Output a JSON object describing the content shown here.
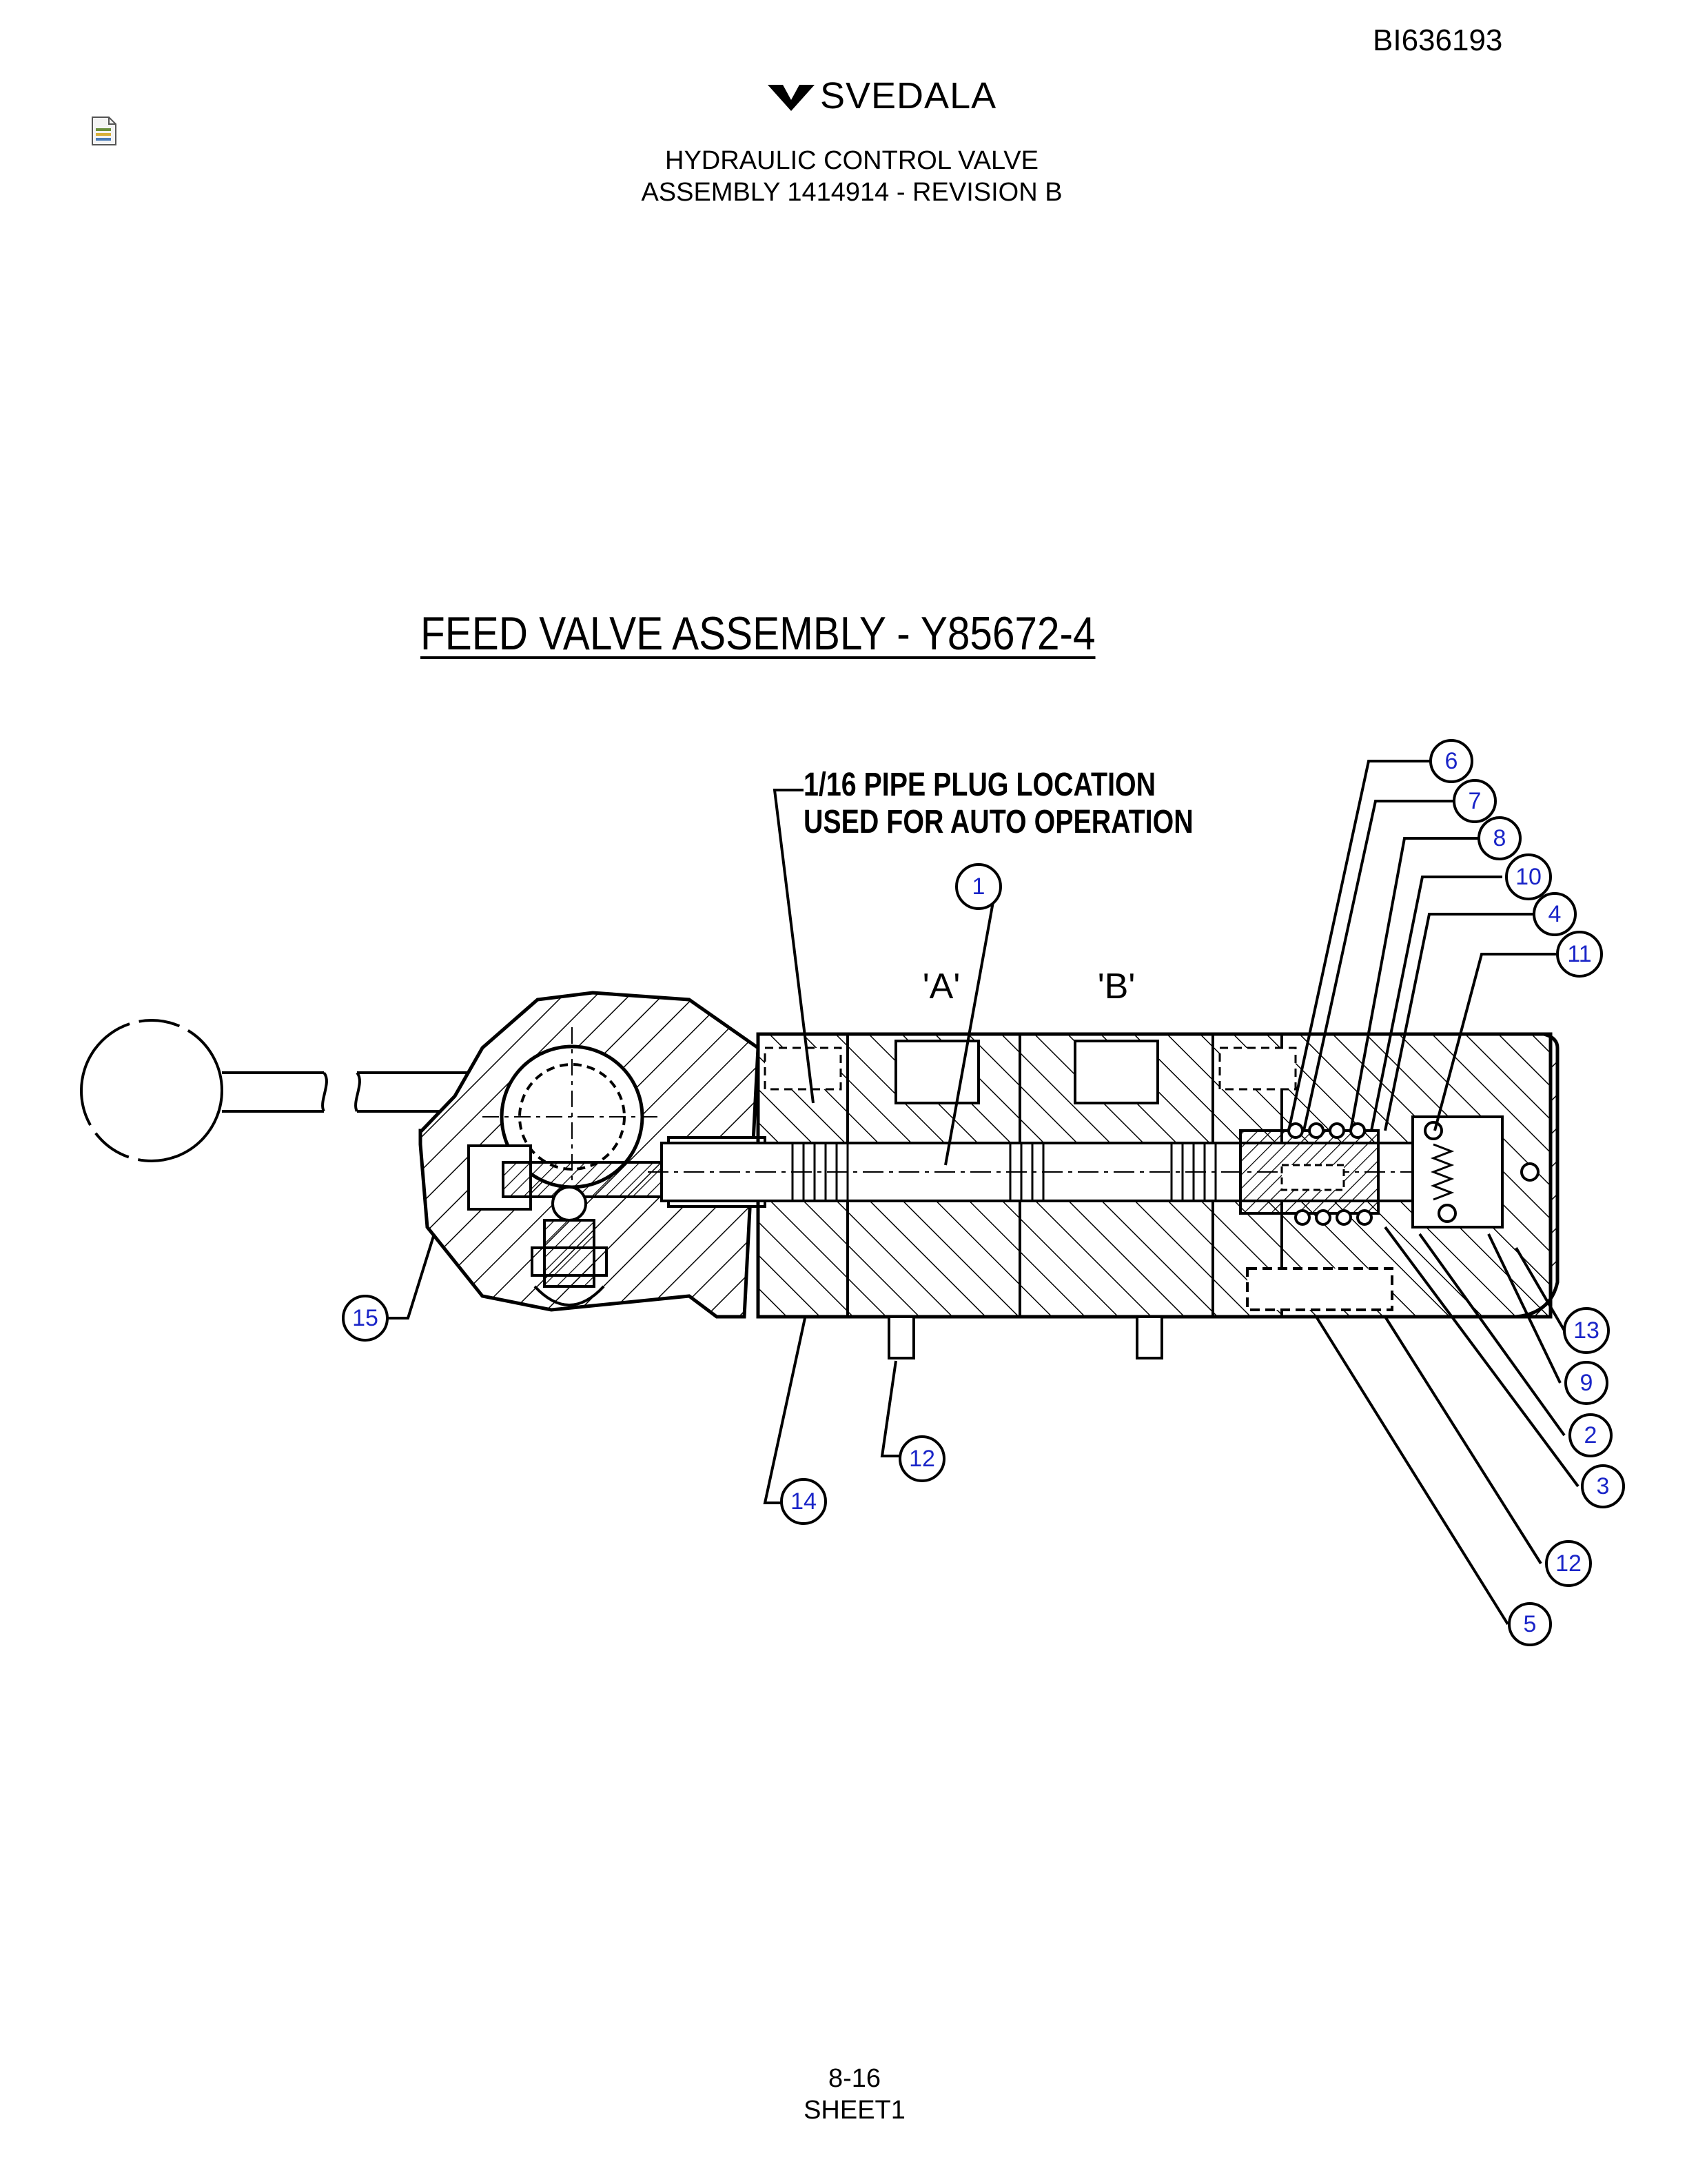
{
  "header": {
    "doc_id": "BI636193",
    "brand": "SVEDALA",
    "title_line1": "HYDRAULIC CONTROL VALVE",
    "title_line2": "ASSEMBLY 1414914 - REVISION B"
  },
  "diagram": {
    "title": "FEED VALVE ASSEMBLY - Y85672-4",
    "note_line1": "1/16 PIPE PLUG LOCATION",
    "note_line2": "USED FOR AUTO OPERATION",
    "port_a": "'A'",
    "port_b": "'B'",
    "callouts": [
      "6",
      "7",
      "8",
      "10",
      "4",
      "11",
      "1",
      "15",
      "12",
      "14",
      "13",
      "9",
      "2",
      "3",
      "12",
      "5"
    ]
  },
  "footer": {
    "page": "8-16",
    "sheet": "SHEET1"
  }
}
